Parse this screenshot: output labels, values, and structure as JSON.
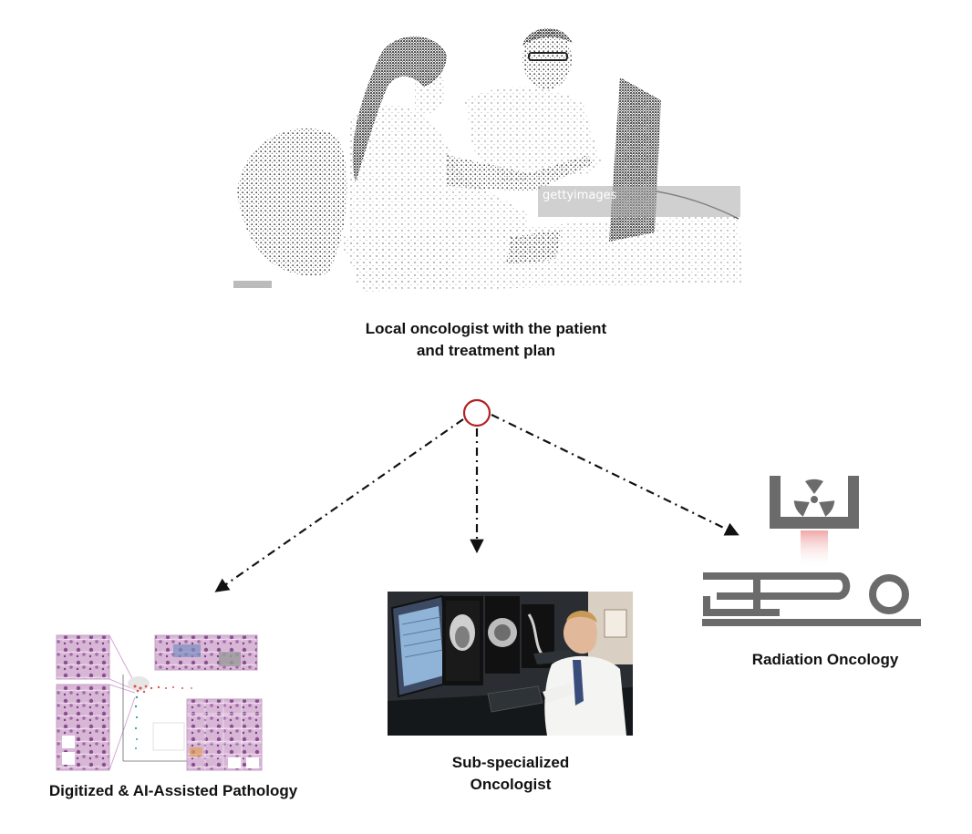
{
  "top_scene": {
    "watermark_brand": "gettyimages",
    "caption_line1": "Local oncologist with the patient",
    "caption_line2": "and treatment plan"
  },
  "nodes": {
    "pathology": {
      "caption": "Digitized & AI-Assisted Pathology"
    },
    "subspecialist": {
      "caption_line1": "Sub-specialized",
      "caption_line2": "Oncologist"
    },
    "radiation": {
      "caption": "Radiation Oncology"
    }
  },
  "colors": {
    "hub_ring": "#b22222",
    "arrow": "#111111",
    "device": "#6b6b6b",
    "beam": "#e8a0a0",
    "tissue": "#b889b8"
  }
}
